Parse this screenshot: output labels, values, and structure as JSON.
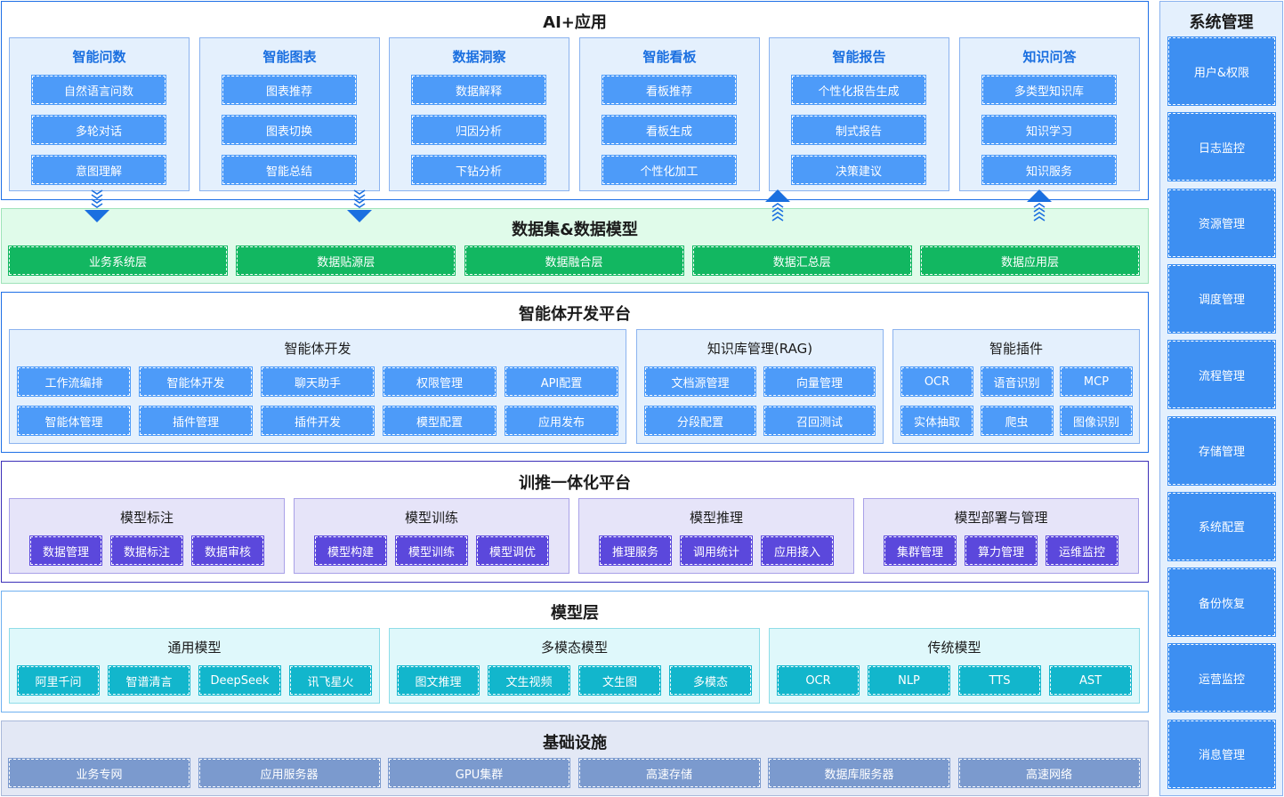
{
  "ai": {
    "title": "AI+应用",
    "groups": [
      {
        "title": "智能问数",
        "items": [
          "自然语言问数",
          "多轮对话",
          "意图理解"
        ]
      },
      {
        "title": "智能图表",
        "items": [
          "图表推荐",
          "图表切换",
          "智能总结"
        ]
      },
      {
        "title": "数据洞察",
        "items": [
          "数据解释",
          "归因分析",
          "下钻分析"
        ]
      },
      {
        "title": "智能看板",
        "items": [
          "看板推荐",
          "看板生成",
          "个性化加工"
        ]
      },
      {
        "title": "智能报告",
        "items": [
          "个性化报告生成",
          "制式报告",
          "决策建议"
        ]
      },
      {
        "title": "知识问答",
        "items": [
          "多类型知识库",
          "知识学习",
          "知识服务"
        ]
      }
    ]
  },
  "dataset": {
    "title": "数据集&数据模型",
    "items": [
      "业务系统层",
      "数据贴源层",
      "数据融合层",
      "数据汇总层",
      "数据应用层"
    ]
  },
  "agent": {
    "title": "智能体开发平台",
    "groups": [
      {
        "title": "智能体开发",
        "items": [
          "工作流编排",
          "智能体开发",
          "聊天助手",
          "权限管理",
          "API配置",
          "智能体管理",
          "插件管理",
          "插件开发",
          "模型配置",
          "应用发布"
        ]
      },
      {
        "title": "知识库管理(RAG)",
        "items": [
          "文档源管理",
          "向量管理",
          "分段配置",
          "召回测试"
        ]
      },
      {
        "title": "智能插件",
        "items": [
          "OCR",
          "语音识别",
          "MCP",
          "实体抽取",
          "爬虫",
          "图像识别"
        ]
      }
    ]
  },
  "train": {
    "title": "训推一体化平台",
    "groups": [
      {
        "title": "模型标注",
        "items": [
          "数据管理",
          "数据标注",
          "数据审核"
        ]
      },
      {
        "title": "模型训练",
        "items": [
          "模型构建",
          "模型训练",
          "模型调优"
        ]
      },
      {
        "title": "模型推理",
        "items": [
          "推理服务",
          "调用统计",
          "应用接入"
        ]
      },
      {
        "title": "模型部署与管理",
        "items": [
          "集群管理",
          "算力管理",
          "运维监控"
        ]
      }
    ]
  },
  "model": {
    "title": "模型层",
    "groups": [
      {
        "title": "通用模型",
        "items": [
          "阿里千问",
          "智谱清言",
          "DeepSeek",
          "讯飞星火"
        ]
      },
      {
        "title": "多模态模型",
        "items": [
          "图文推理",
          "文生视频",
          "文生图",
          "多模态"
        ]
      },
      {
        "title": "传统模型",
        "items": [
          "OCR",
          "NLP",
          "TTS",
          "AST"
        ]
      }
    ]
  },
  "infra": {
    "title": "基础设施",
    "items": [
      "业务专网",
      "应用服务器",
      "GPU集群",
      "高速存储",
      "数据库服务器",
      "高速网络"
    ]
  },
  "sys": {
    "title": "系统管理",
    "items": [
      "用户&权限",
      "日志监控",
      "资源管理",
      "调度管理",
      "流程管理",
      "存储管理",
      "系统配置",
      "备份恢复",
      "运营监控",
      "消息管理"
    ]
  },
  "colors": {
    "border": "#1e6fe6",
    "ai_bg": "#e4f0fd",
    "dataset_bg": "#e0fbea",
    "chip_blue": "#4d9bf9",
    "chip_green": "#12b761",
    "chip_purple": "#5b48dc",
    "chip_cyan": "#12b6cc",
    "chip_steel": "#7b9ace",
    "arrow": "#1a6fe0"
  }
}
